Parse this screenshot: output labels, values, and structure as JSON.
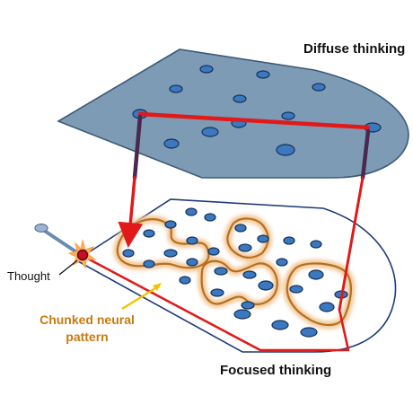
{
  "labels": {
    "diffuse": "Diffuse thinking",
    "focused": "Focused thinking",
    "thought": "Thought",
    "chunk_line1": "Chunked neural",
    "chunk_line2": "pattern"
  },
  "colors": {
    "diffuse_plane_fill": "#7d9bb5",
    "diffuse_plane_stroke": "#3c5a78",
    "focused_plane_fill": "#ffffff",
    "focused_plane_stroke": "#1e3c78",
    "neuron_fill": "#3b78c0",
    "neuron_stroke": "#14325a",
    "path_red": "#e11919",
    "path_dark": "#4a2850",
    "chunk_outline": "#b86f1e",
    "chunk_glow": "#f2c99a",
    "chunk_label": "#c87a10",
    "spark": "#ff9a3c",
    "pinball_shooter": "#6a8ab0"
  },
  "icons": {
    "thought_marker": "pinball-spark-icon",
    "shooter": "pinball-plunger-icon"
  }
}
